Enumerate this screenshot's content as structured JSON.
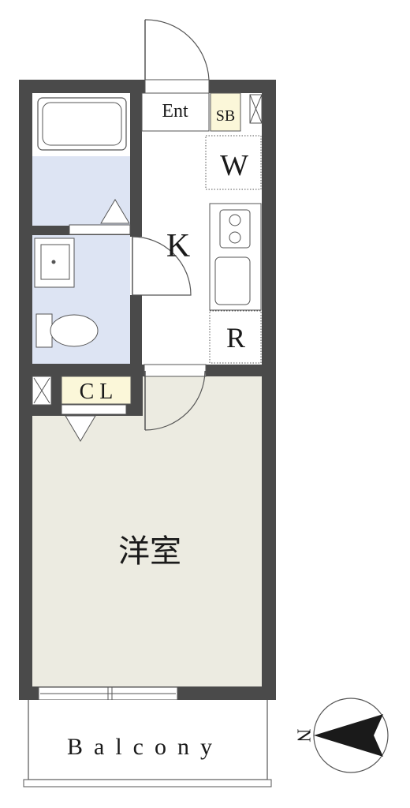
{
  "labels": {
    "entrance": "Ent",
    "shoe_box": "SB",
    "washer": "W",
    "kitchen": "K",
    "refrigerator": "R",
    "closet": "C L",
    "western_room": "洋室",
    "balcony": "Balcony",
    "north": "N"
  },
  "colors": {
    "wall": "#4a4a4a",
    "wet_area": "#dde4f3",
    "room_floor": "#ecebe1",
    "storage": "#fbf7d9",
    "line": "#555555"
  }
}
